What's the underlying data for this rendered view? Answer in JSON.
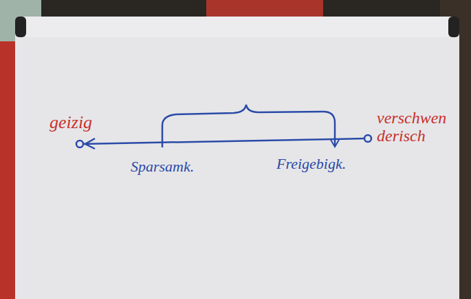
{
  "diagram": {
    "labels": [
      "geizig",
      "verschwenderisch",
      "Sparsamk.",
      "Freigebigk."
    ]
  }
}
